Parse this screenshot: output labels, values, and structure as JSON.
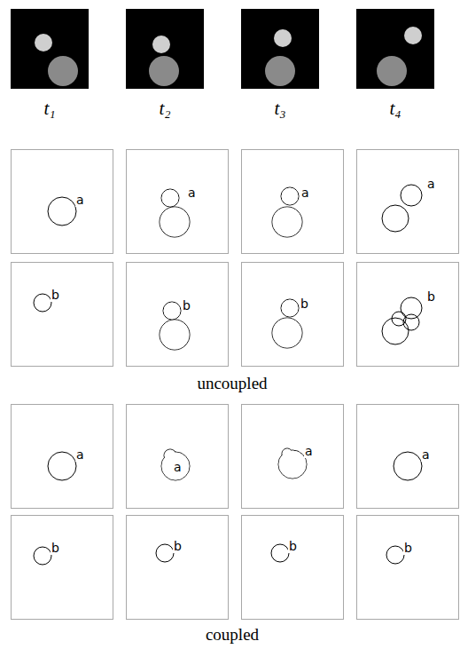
{
  "diagram": {
    "nodes": [
      {
        "text": [
          "a"
        ]
      },
      {
        "text": [
          "a"
        ]
      },
      {
        "text": [
          "a"
        ]
      },
      {
        "text": [
          "a"
        ]
      },
      {
        "text": [
          "b"
        ]
      },
      {
        "text": [
          "b"
        ]
      },
      {
        "text": [
          "b"
        ]
      },
      {
        "text": [
          "b"
        ]
      },
      {
        "text": [
          "a"
        ]
      },
      {
        "text": [
          "a"
        ]
      },
      {
        "text": [
          "a"
        ]
      },
      {
        "text": [
          "a"
        ]
      },
      {
        "text": [
          "b"
        ]
      },
      {
        "text": [
          "b"
        ]
      },
      {
        "text": [
          "b"
        ]
      },
      {
        "text": [
          "b"
        ]
      }
    ],
    "labels": [
      "t₁",
      "t₂",
      "t₃",
      "t₄",
      "uncoupled",
      "coupled"
    ]
  }
}
